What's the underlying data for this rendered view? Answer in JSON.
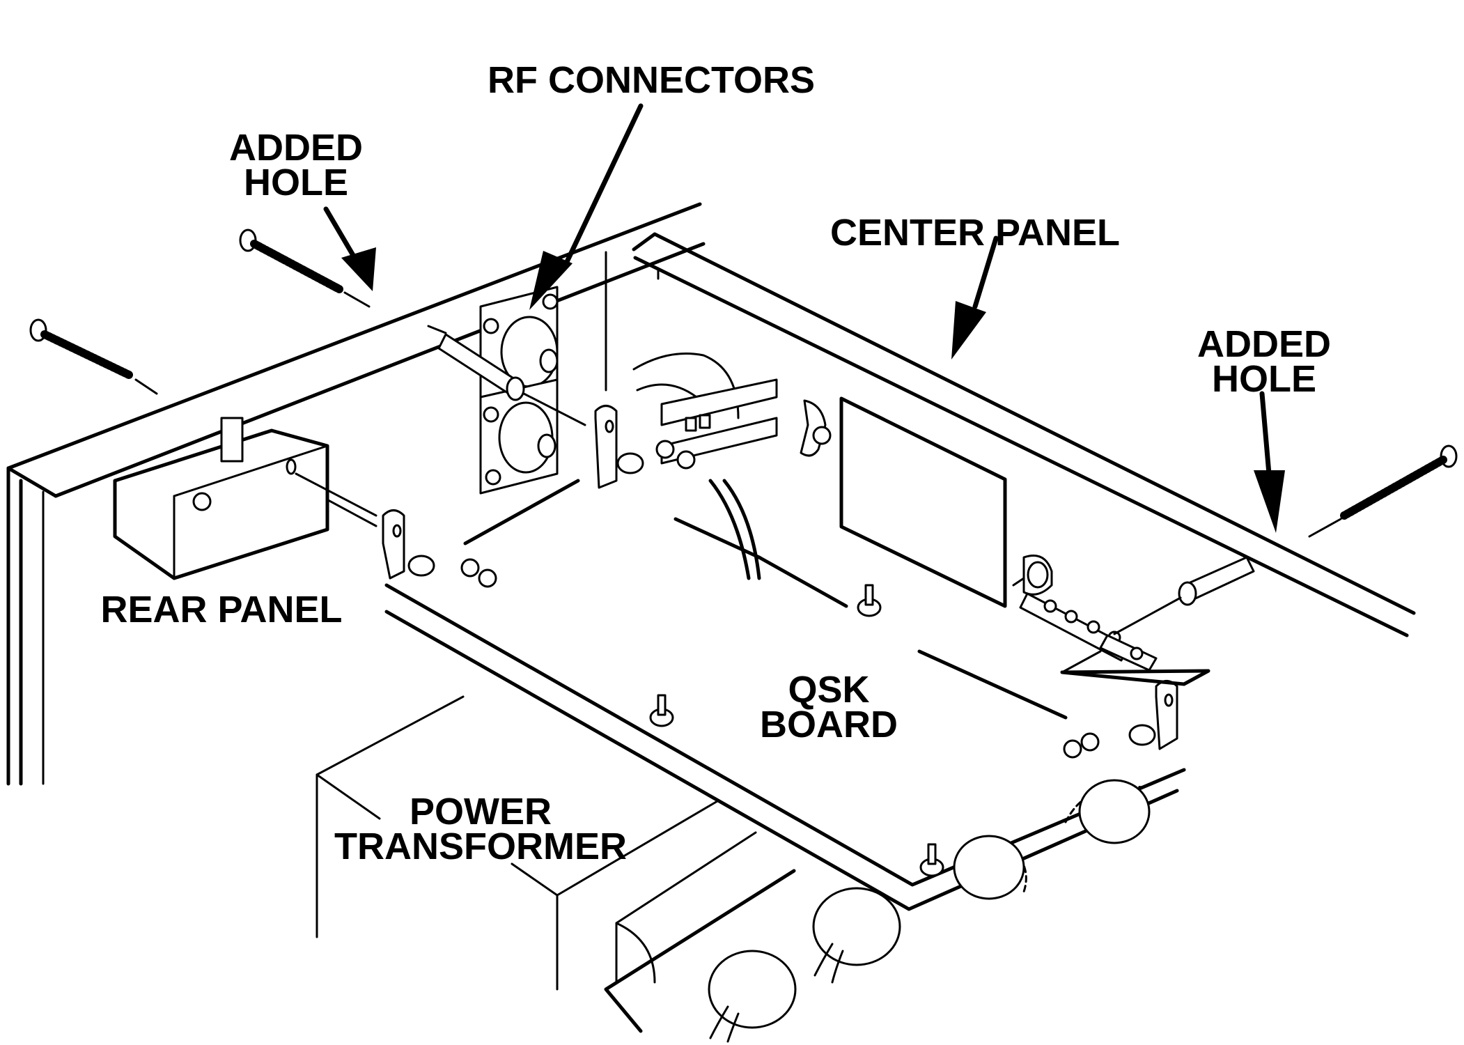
{
  "figure": {
    "description": "Exploded assembly drawing showing QSK board mounting between rear panel and center panel",
    "colors": {
      "ink": "#000000",
      "paper": "#ffffff"
    }
  },
  "labels": {
    "rf_connectors": "RF CONNECTORS",
    "added_hole_left": [
      "ADDED",
      "HOLE"
    ],
    "center_panel": "CENTER PANEL",
    "added_hole_right": [
      "ADDED",
      "HOLE"
    ],
    "rear_panel": "REAR PANEL",
    "qsk_board": [
      "QSK",
      "BOARD"
    ],
    "power_transformer": [
      "POWER",
      "TRANSFORMER"
    ]
  },
  "components": [
    "rear-panel",
    "center-panel",
    "qsk-board",
    "power-transformer",
    "rf-connector-upper",
    "rf-connector-lower",
    "relay",
    "standoffs",
    "screws",
    "terminal-strip",
    "disc-capacitors",
    "mounting-brackets"
  ]
}
